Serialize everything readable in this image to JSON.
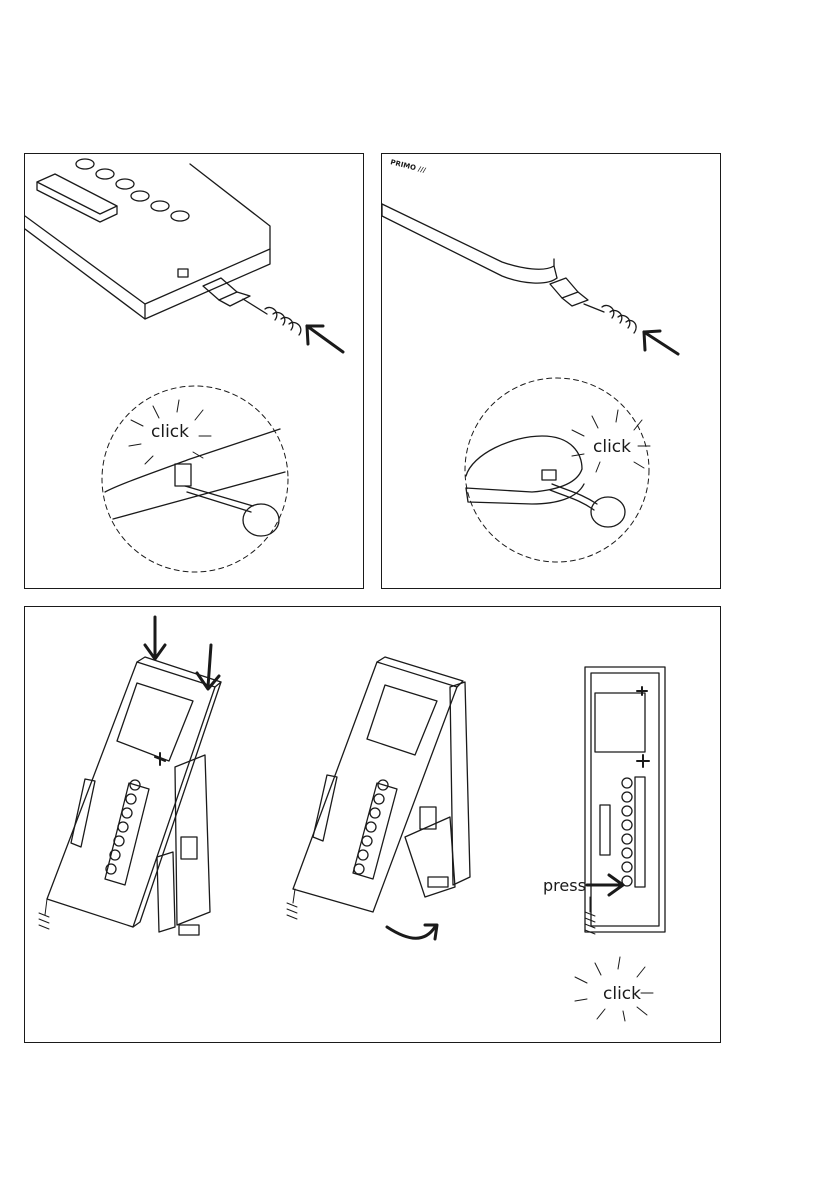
{
  "panel_top_left": {
    "label_click": "click"
  },
  "panel_top_right": {
    "label_brand": "PRIMO ///",
    "label_click": "click"
  },
  "panel_bottom": {
    "label_press": "press",
    "label_click": "click"
  },
  "colors": {
    "line": "#1a1a1a",
    "paper": "#ffffff"
  }
}
